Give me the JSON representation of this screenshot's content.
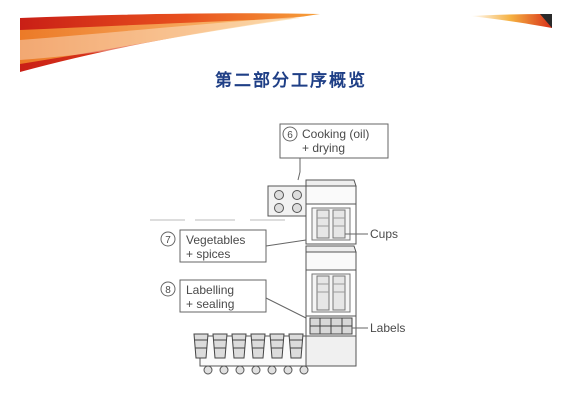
{
  "slide": {
    "title": "第二部分工序概览"
  },
  "diagram": {
    "steps": [
      {
        "number": "6",
        "line1": "Cooking (oil)",
        "line2": "+ drying"
      },
      {
        "number": "7",
        "line1": "Vegetables",
        "line2": "+ spices"
      },
      {
        "number": "8",
        "line1": "Labelling",
        "line2": "+ sealing"
      }
    ],
    "callouts": {
      "cups": "Cups",
      "labels": "Labels"
    }
  }
}
